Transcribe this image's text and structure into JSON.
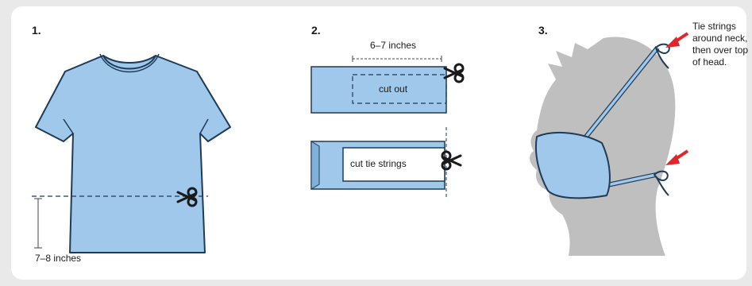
{
  "steps": [
    {
      "number": "1.",
      "measure_label": "7–8 inches"
    },
    {
      "number": "2.",
      "measure_label": "6–7 inches",
      "cut_out_label": "cut out",
      "tie_strings_label": "cut tie strings"
    },
    {
      "number": "3.",
      "note": "Tie strings around neck, then over top of head."
    }
  ],
  "colors": {
    "fabric": "#9fc8ea",
    "outline": "#1f3b57",
    "head": "#bfbfbf",
    "arrow": "#e0262b",
    "background": "#e9e9e9"
  },
  "icons": [
    "scissors-icon",
    "arrow-icon"
  ]
}
